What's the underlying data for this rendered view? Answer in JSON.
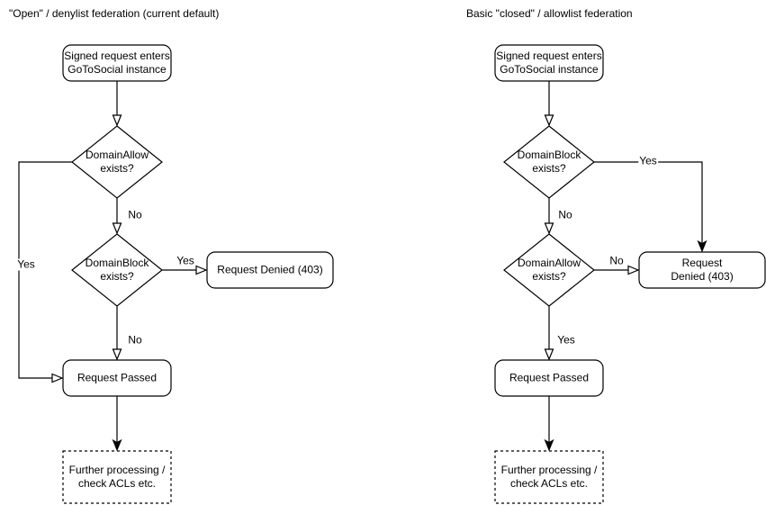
{
  "left_diagram": {
    "title": "\"Open\" / denylist federation (current default)",
    "start": "Signed request enters\nGoToSocial instance",
    "decision_allow": "DomainAllow\nexists?",
    "decision_block": "DomainBlock\nexists?",
    "denied": "Request Denied (403)",
    "passed": "Request Passed",
    "further": "Further processing /\ncheck ACLs etc.",
    "labels": {
      "allow_yes": "Yes",
      "allow_no": "No",
      "block_yes": "Yes",
      "block_no": "No"
    }
  },
  "right_diagram": {
    "title": "Basic \"closed\" / allowlist federation",
    "start": "Signed request enters\nGoToSocial instance",
    "decision_block": "DomainBlock\nexists?",
    "decision_allow": "DomainAllow\nexists?",
    "denied": "Request Denied (403)",
    "passed": "Request Passed",
    "further": "Further processing /\ncheck ACLs etc.",
    "labels": {
      "block_yes": "Yes",
      "block_no": "No",
      "allow_no": "No",
      "allow_yes": "Yes"
    }
  },
  "colors": {
    "stroke": "#000000",
    "node_fill": "#ffffff",
    "text": "#000000",
    "background": "#ffffff"
  }
}
